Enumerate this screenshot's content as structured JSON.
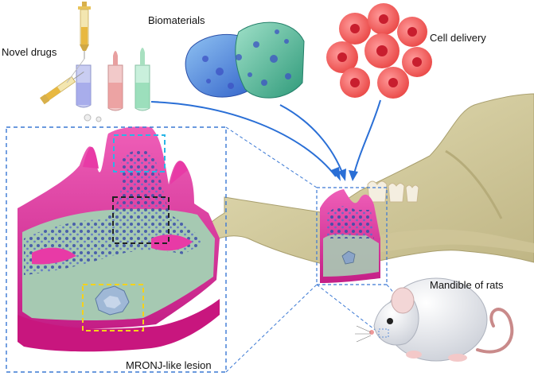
{
  "labels": {
    "novel_drugs": "Novel drugs",
    "biomaterials": "Biomaterials",
    "cell_delivery": "Cell delivery",
    "mandible": "Mandible of rats",
    "lesion": "MRONJ-like lesion"
  },
  "colors": {
    "arrow": "#2a6fd6",
    "callout": "#3a78d4",
    "tissue_pink": "#e0309e",
    "bone_khaki": "#d9d2a6",
    "lesion_blue": "#1d4a9c",
    "box_cyan": "#29b6e6",
    "box_black": "#222222",
    "box_yellow": "#f5d21a",
    "cells_red": "#f05a5a",
    "hydrogel_blue": "#3b6fd8",
    "hydrogel_green": "#3fb58a"
  }
}
